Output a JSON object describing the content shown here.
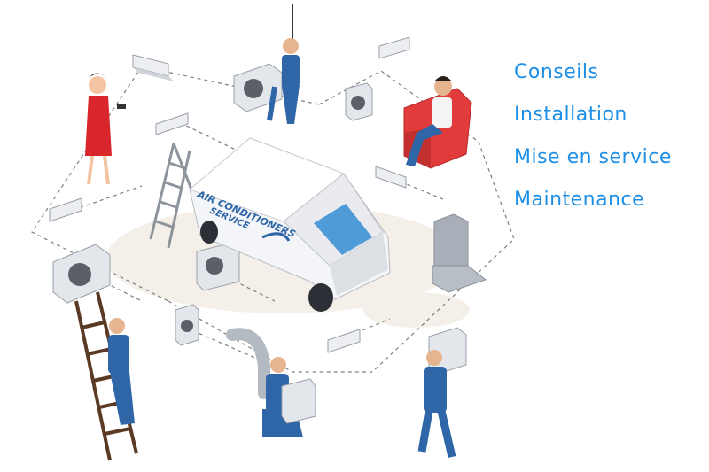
{
  "van": {
    "line1": "AIR CONDITIONERS",
    "line2": "SERVICE"
  },
  "menu": [
    {
      "label": "Conseils"
    },
    {
      "label": "Installation"
    },
    {
      "label": "Mise en service"
    },
    {
      "label": "Maintenance"
    }
  ],
  "colors": {
    "accent": "#1e8fe6",
    "worker_uniform": "#2f66a8",
    "armchair": "#e23b3b",
    "dress": "#d8262c",
    "van_body": "#f4f5f8",
    "unit": "#eceef2"
  },
  "icons": [
    "ac-split-unit-icon",
    "outdoor-unit-icon",
    "van-icon",
    "ladder-icon",
    "air-duct-icon",
    "armchair-icon",
    "remote-control-icon"
  ]
}
